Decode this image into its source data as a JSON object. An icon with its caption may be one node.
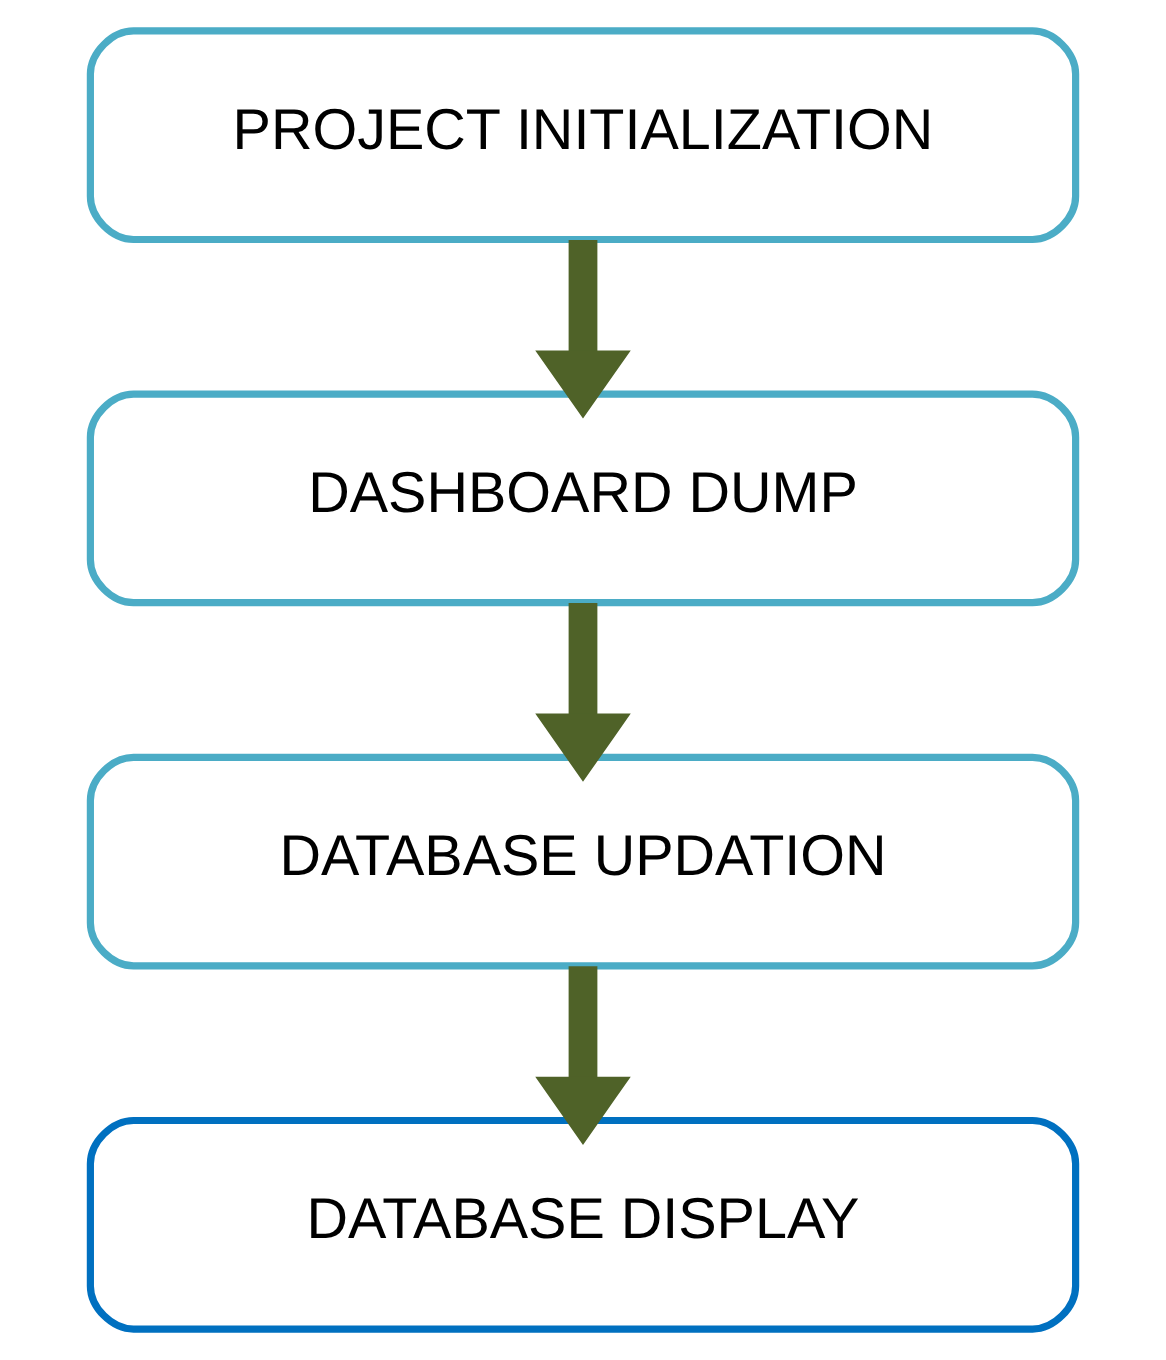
{
  "diagram": {
    "nodes": [
      {
        "text": [
          "PROJECT INITIALIZATION"
        ]
      },
      {
        "text": [
          "DASHBOARD DUMP"
        ]
      },
      {
        "text": [
          "DATABASE UPDATION"
        ]
      },
      {
        "text": [
          "DATABASE DISPLAY"
        ]
      }
    ],
    "edges": [
      {
        "from": 0,
        "to": 1,
        "arrow": "to"
      },
      {
        "from": 1,
        "to": 2,
        "arrow": "to"
      },
      {
        "from": 2,
        "to": 3,
        "arrow": "to"
      }
    ]
  }
}
